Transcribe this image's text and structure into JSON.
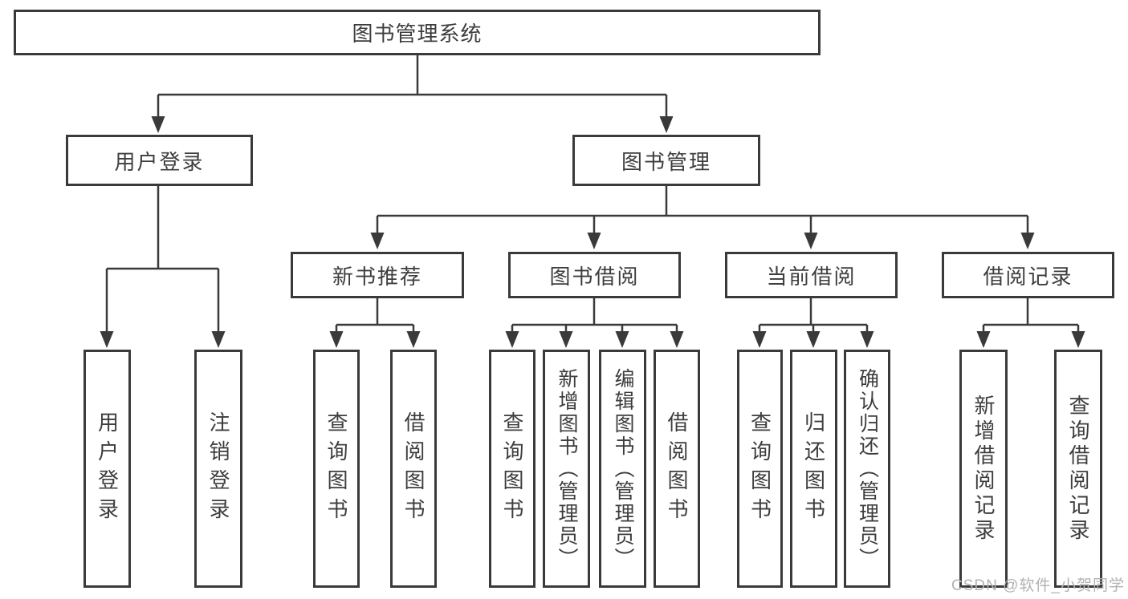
{
  "nodes": {
    "root": {
      "label": "图书管理系统"
    },
    "user_login": {
      "label": "用户登录"
    },
    "book_mgmt": {
      "label": "图书管理"
    },
    "new_books": {
      "label": "新书推荐"
    },
    "book_borrow": {
      "label": "图书借阅"
    },
    "current_borrow": {
      "label": "当前借阅"
    },
    "borrow_records": {
      "label": "借阅记录"
    },
    "leaf_user_login": {
      "label": "用户登录"
    },
    "leaf_logout": {
      "label": "注销登录"
    },
    "leaf_query_books_1": {
      "label": "查询图书"
    },
    "leaf_borrow_books_1": {
      "label": "借阅图书"
    },
    "leaf_query_books_2": {
      "label": "查询图书"
    },
    "leaf_add_book": {
      "label": "新增图书（管理员）"
    },
    "leaf_edit_book": {
      "label": "编辑图书（管理员）"
    },
    "leaf_borrow_books_2": {
      "label": "借阅图书"
    },
    "leaf_query_books_3": {
      "label": "查询图书"
    },
    "leaf_return_book": {
      "label": "归还图书"
    },
    "leaf_confirm_return": {
      "label": "确认归还（管理员）"
    },
    "leaf_add_record": {
      "label": "新增借阅记录"
    },
    "leaf_query_record": {
      "label": "查询借阅记录"
    }
  },
  "hierarchy": {
    "图书管理系统": {
      "用户登录": [
        "用户登录",
        "注销登录"
      ],
      "图书管理": {
        "新书推荐": [
          "查询图书",
          "借阅图书"
        ],
        "图书借阅": [
          "查询图书",
          "新增图书（管理员）",
          "编辑图书（管理员）",
          "借阅图书"
        ],
        "当前借阅": [
          "查询图书",
          "归还图书",
          "确认归还（管理员）"
        ],
        "借阅记录": [
          "新增借阅记录",
          "查询借阅记录"
        ]
      }
    }
  },
  "watermark": "CSDN @软件_小贺同学",
  "colors": {
    "line": "#3a3a3a",
    "box_border": "#3a3a3a",
    "text": "#3d3d3d",
    "background": "#ffffff",
    "watermark_text": "#b2b2b2"
  }
}
